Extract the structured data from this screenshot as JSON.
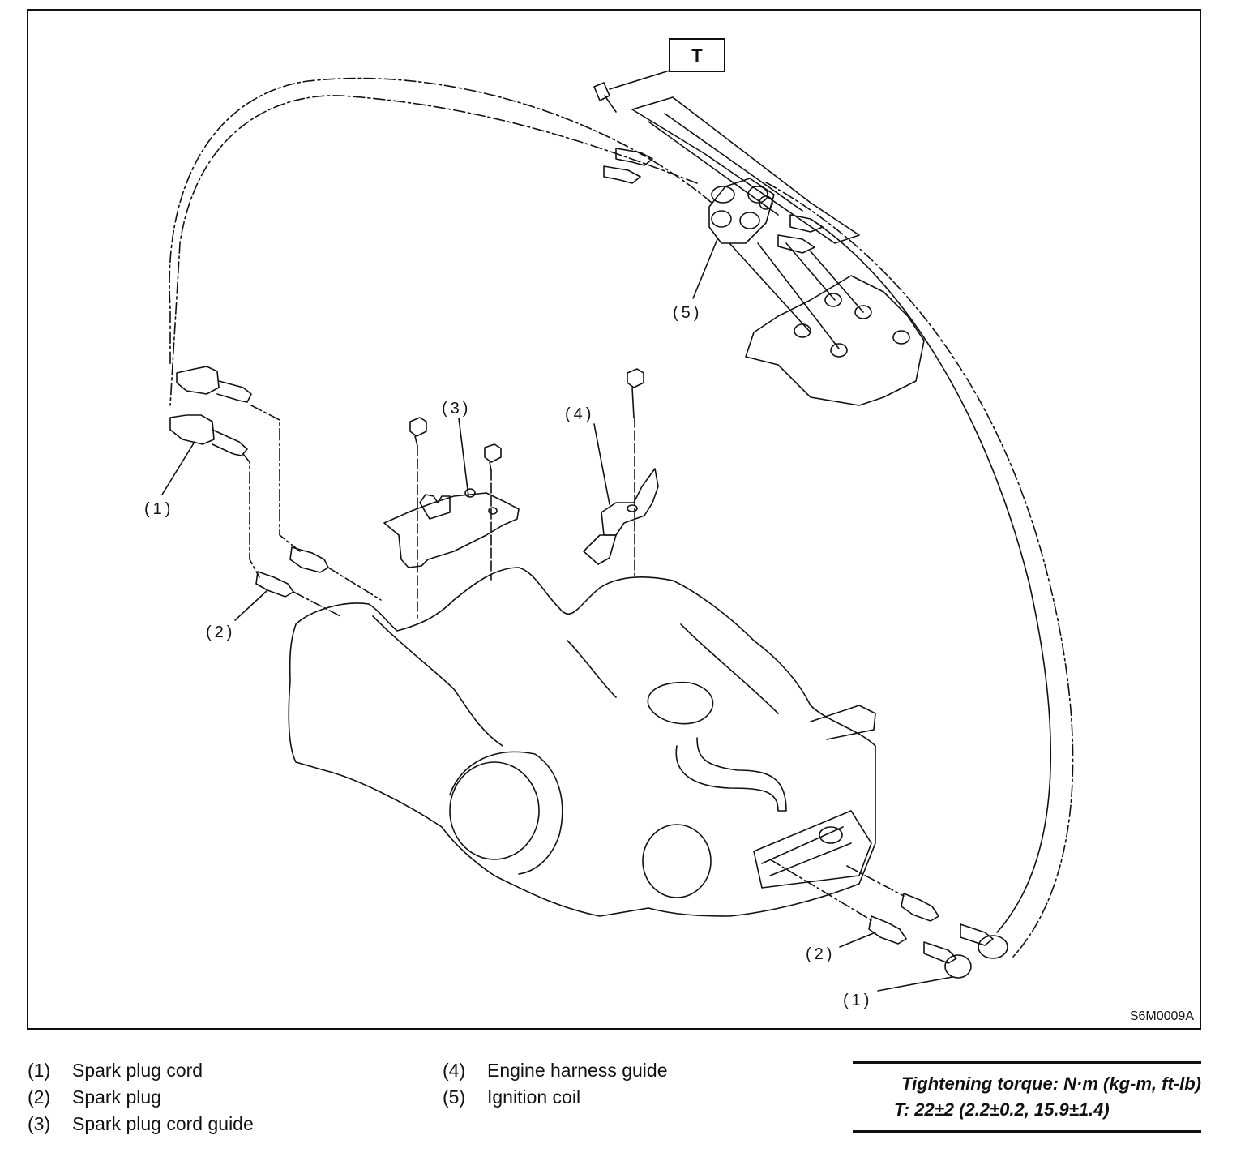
{
  "diagram": {
    "figure_code": "S6M0009A",
    "torque_marker": "T",
    "callouts": [
      "(1)",
      "(2)",
      "(3)",
      "(4)",
      "(5)",
      "(2)",
      "(1)"
    ]
  },
  "legend": {
    "column_1": [
      {
        "num": "(1)",
        "label": "Spark plug cord"
      },
      {
        "num": "(2)",
        "label": "Spark plug"
      },
      {
        "num": "(3)",
        "label": "Spark plug cord guide"
      }
    ],
    "column_2": [
      {
        "num": "(4)",
        "label": "Engine harness guide"
      },
      {
        "num": "(5)",
        "label": "Ignition coil"
      }
    ]
  },
  "torque": {
    "title": "Tightening torque: N·m (kg-m, ft-lb)",
    "value": "T: 22±2 (2.2±0.2, 15.9±1.4)"
  }
}
